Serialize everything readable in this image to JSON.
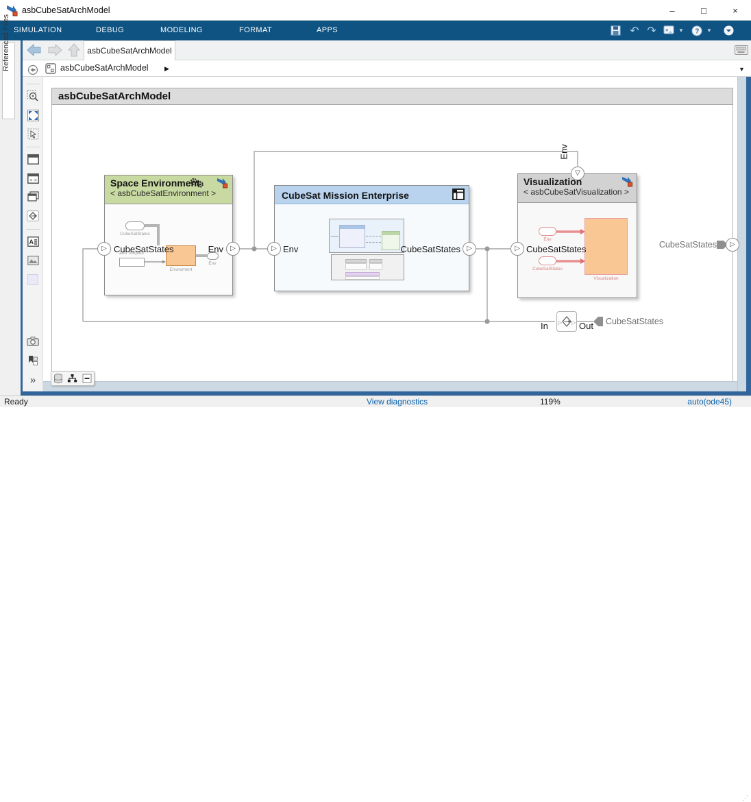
{
  "window": {
    "title": "asbCubeSatArchModel"
  },
  "icons": {
    "minimize": "–",
    "maximize": "□",
    "close": "×",
    "undo": "↶",
    "redo": "↷",
    "help": "?",
    "caret": "▼",
    "breadcrumb_arrow": "▶",
    "dropdown": "▼",
    "port_right": "▷",
    "port_down": "▽",
    "chevrons": "»"
  },
  "ribbon": {
    "tabs": [
      "SIMULATION",
      "DEBUG",
      "MODELING",
      "FORMAT",
      "APPS"
    ]
  },
  "nav": {
    "document_tab": "asbCubeSatArchModel",
    "breadcrumb": "asbCubeSatArchModel"
  },
  "sidebar": {
    "referenced_files": "Referenced Files"
  },
  "canvas": {
    "frame_title": "asbCubeSatArchModel",
    "blocks": {
      "space_environment": {
        "title": "Space Environment",
        "subtitle": "< asbCubeSatEnvironment >",
        "port_in": "CubeSatStates",
        "port_out": "Env",
        "mini": {
          "top_port": "CubeSatStates",
          "input_note": "and Torques",
          "box_label": "Enviroment",
          "out_port": "Env"
        }
      },
      "mission_enterprise": {
        "title": "CubeSat Mission Enterprise",
        "port_in": "Env",
        "port_out": "CubeSatStates"
      },
      "visualization": {
        "title": "Visualization",
        "subtitle": "< asbCubeSatVisualization >",
        "port_top": "Env",
        "port_in": "CubeSatStates",
        "mini": {
          "in1": "Env",
          "in2": "CubeSatStates",
          "box_label": "Visualization"
        }
      }
    },
    "adapter": {
      "in": "In",
      "out": "Out",
      "tag": "CubeSatStates"
    },
    "boundary_port": "CubeSatStates"
  },
  "status_bar": {
    "ready": "Ready",
    "diagnostics": "View diagnostics",
    "zoom": "119%",
    "solver": "auto(ode45)"
  },
  "colors": {
    "ribbon": "#0f5382",
    "header_green": "#c8d9a2",
    "header_blue": "#b9d3ee",
    "header_gray": "#d2d2d2",
    "mini_orange": "#f8c794",
    "accent_border": "#31669c"
  }
}
